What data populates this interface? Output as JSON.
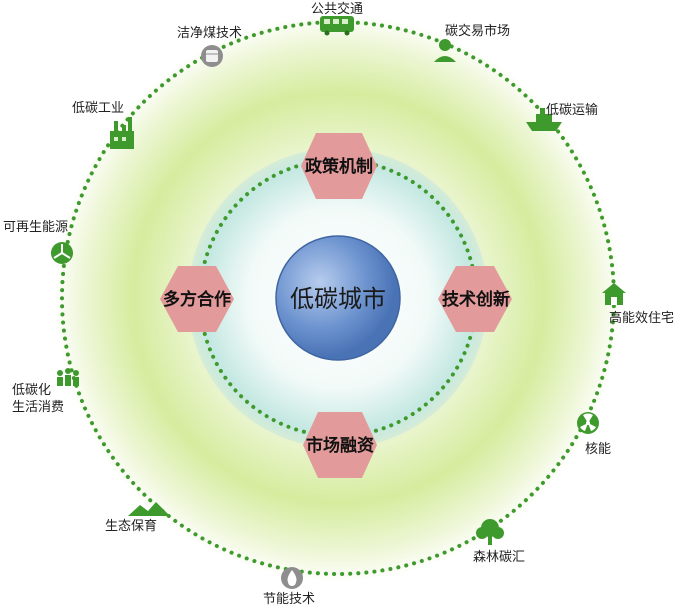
{
  "center": {
    "label": "低碳城市"
  },
  "pillars": {
    "top": "政策机制",
    "right": "技术创新",
    "bottom": "市场融资",
    "left": "多方合作"
  },
  "outer_items": {
    "public_transport": "公共交通",
    "carbon_market": "碳交易市场",
    "low_carbon_transport": "低碳运输",
    "efficient_housing": "高能效住宅",
    "nuclear": "核能",
    "forest_sink": "森林碳汇",
    "energy_saving_tech": "节能技术",
    "eco_protection": "生态保育",
    "low_carbon_consumption_line1": "低碳化",
    "low_carbon_consumption_line2": "生活消费",
    "renewable_energy": "可再生能源",
    "low_carbon_industry": "低碳工业",
    "clean_coal_tech": "洁净煤技术"
  },
  "colors": {
    "dots": "#3f9a2e",
    "icon_green": "#3f9a2e",
    "icon_gray": "#8e8e8e",
    "hexagon": "#e29a9a",
    "center_fill": "#5d86c6",
    "outer_glow": "#c9e58c",
    "inner_glow": "#bfe6e1"
  }
}
